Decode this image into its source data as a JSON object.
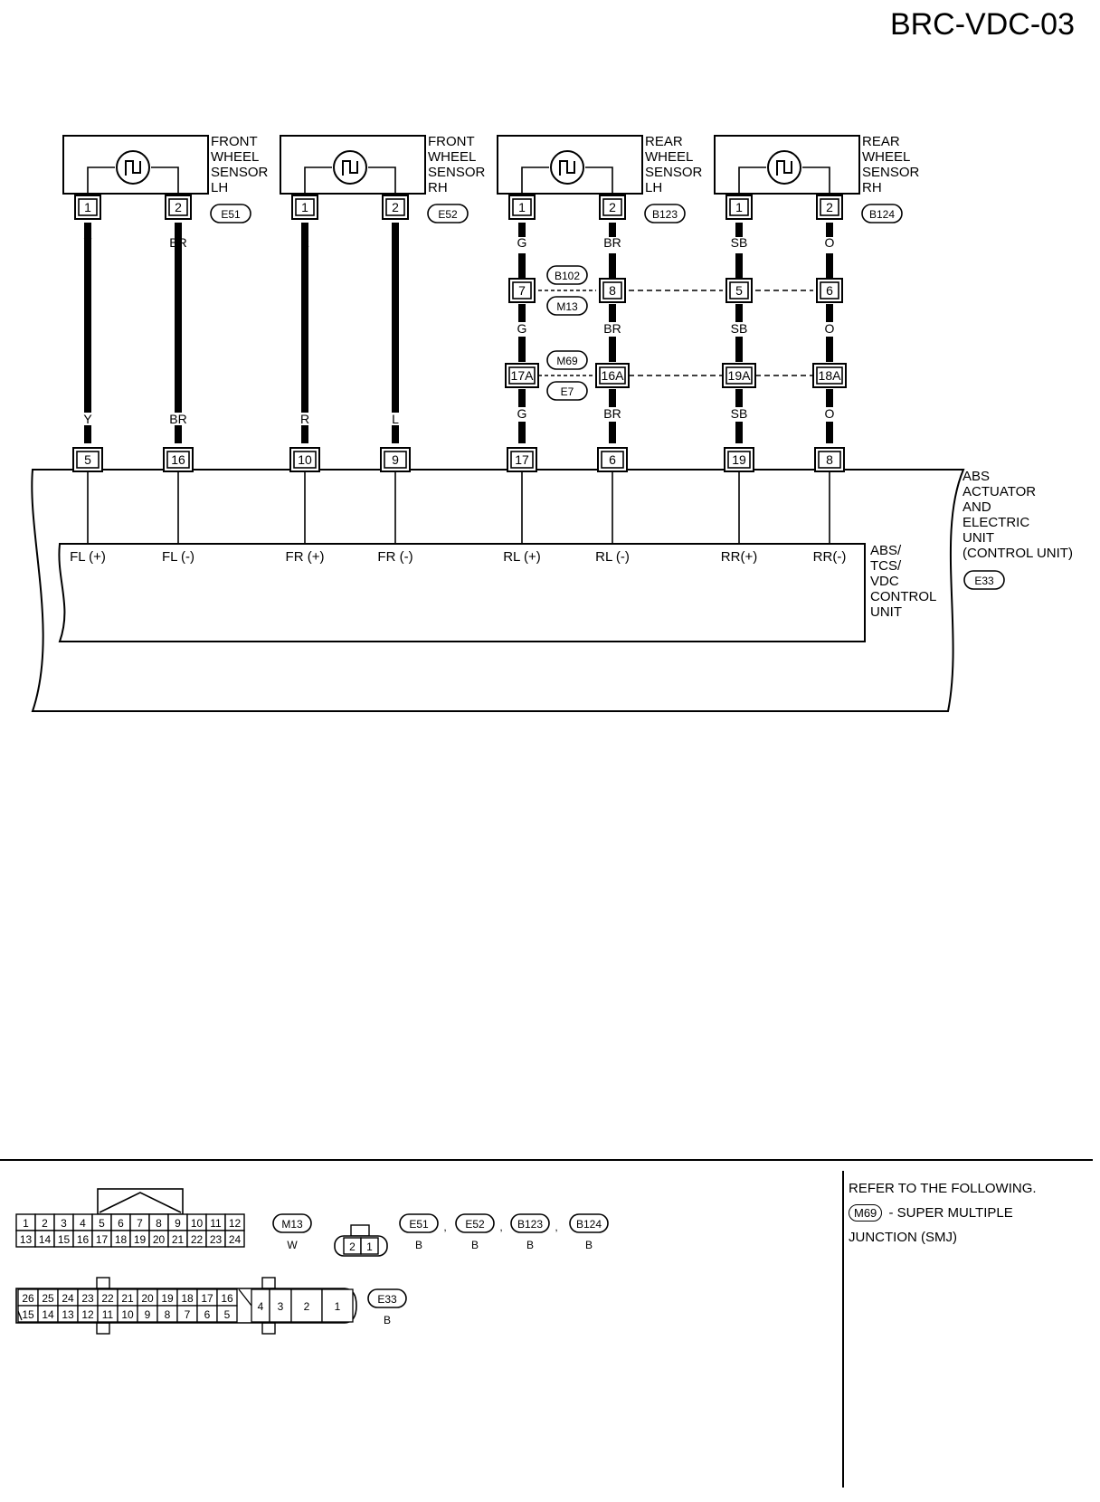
{
  "page_title": "BRC-VDC-03",
  "sensors": [
    {
      "name": "FRONT\nWHEEL\nSENSOR\nLH",
      "connector": "E51",
      "pins": [
        "1",
        "2"
      ],
      "wires": [
        "Y",
        "BR"
      ]
    },
    {
      "name": "FRONT\nWHEEL\nSENSOR\nRH",
      "connector": "E52",
      "pins": [
        "1",
        "2"
      ],
      "wires": [
        "R",
        "L"
      ]
    },
    {
      "name": "REAR\nWHEEL\nSENSOR\nLH",
      "connector": "B123",
      "pins": [
        "1",
        "2"
      ],
      "wires": [
        "G",
        "BR"
      ]
    },
    {
      "name": "REAR\nWHEEL\nSENSOR\nRH",
      "connector": "B124",
      "pins": [
        "1",
        "2"
      ],
      "wires": [
        "SB",
        "O"
      ]
    }
  ],
  "junction1": {
    "conn_top": "B102",
    "conn_bottom": "M13",
    "pins": [
      "7",
      "8",
      "5",
      "6"
    ],
    "wires_below": [
      "G",
      "BR",
      "SB",
      "O"
    ]
  },
  "junction2": {
    "conn_top": "M69",
    "conn_bottom": "E7",
    "pins": [
      "17A",
      "16A",
      "19A",
      "18A"
    ],
    "wires_below": [
      "G",
      "BR",
      "SB",
      "O"
    ]
  },
  "unit": {
    "name": "ABS\nACTUATOR\nAND\nELECTRIC\nUNIT\n(CONTROL UNIT)",
    "connector": "E33",
    "inner_name": "ABS/\nTCS/\nVDC\nCONTROL\nUNIT",
    "wires_in": [
      "Y",
      "BR",
      "R",
      "L",
      "G",
      "BR",
      "SB",
      "O"
    ],
    "pins": [
      "5",
      "16",
      "10",
      "9",
      "17",
      "6",
      "19",
      "8"
    ],
    "signals": [
      "FL (+)",
      "FL (-)",
      "FR (+)",
      "FR (-)",
      "RL (+)",
      "RL (-)",
      "RR(+)",
      "RR(-)"
    ]
  },
  "connectors_bottom": {
    "m13": {
      "id": "M13",
      "color": "W",
      "row1": [
        "1",
        "2",
        "3",
        "4",
        "5",
        "6",
        "7",
        "8",
        "9",
        "10",
        "11",
        "12"
      ],
      "row2": [
        "13",
        "14",
        "15",
        "16",
        "17",
        "18",
        "19",
        "20",
        "21",
        "22",
        "23",
        "24"
      ]
    },
    "two_pin": {
      "pins": [
        "2",
        "1"
      ],
      "items": [
        {
          "id": "E51",
          "color": "B"
        },
        {
          "id": "E52",
          "color": "B"
        },
        {
          "id": "B123",
          "color": "B"
        },
        {
          "id": "B124",
          "color": "B"
        }
      ],
      "sep": ","
    },
    "e33": {
      "id": "E33",
      "color": "B",
      "row1": [
        "26",
        "25",
        "24",
        "23",
        "22",
        "21",
        "20",
        "19",
        "18",
        "17",
        "16"
      ],
      "row2": [
        "15",
        "14",
        "13",
        "12",
        "11",
        "10",
        "9",
        "8",
        "7",
        "6",
        "5"
      ],
      "big": [
        "4",
        "3",
        "2",
        "1"
      ]
    }
  },
  "refer": {
    "line1": "REFER TO THE FOLLOWING.",
    "badge": "M69",
    "line2": "- SUPER MULTIPLE",
    "line3": "JUNCTION (SMJ)"
  }
}
